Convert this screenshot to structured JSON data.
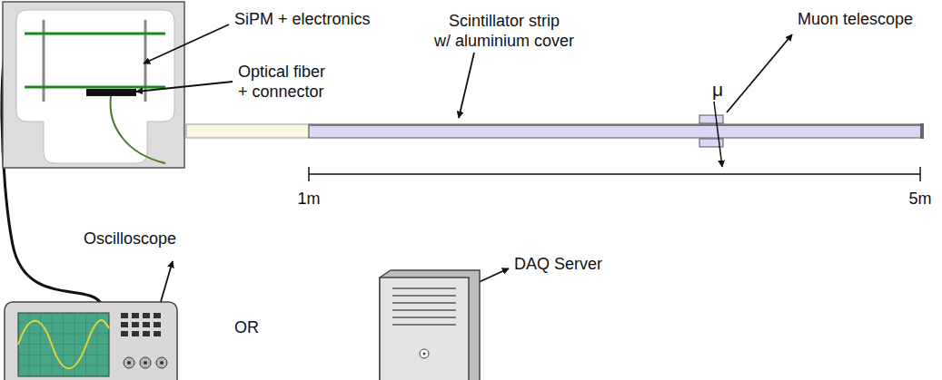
{
  "diagram": {
    "labels": [
      "SiPM + electronics",
      "Scintillator strip w/ aluminium cover",
      "Muon telescope",
      "Optical fiber + connector",
      "μ",
      "1m",
      "5m",
      "Oscilloscope",
      "OR",
      "DAQ Server"
    ]
  }
}
